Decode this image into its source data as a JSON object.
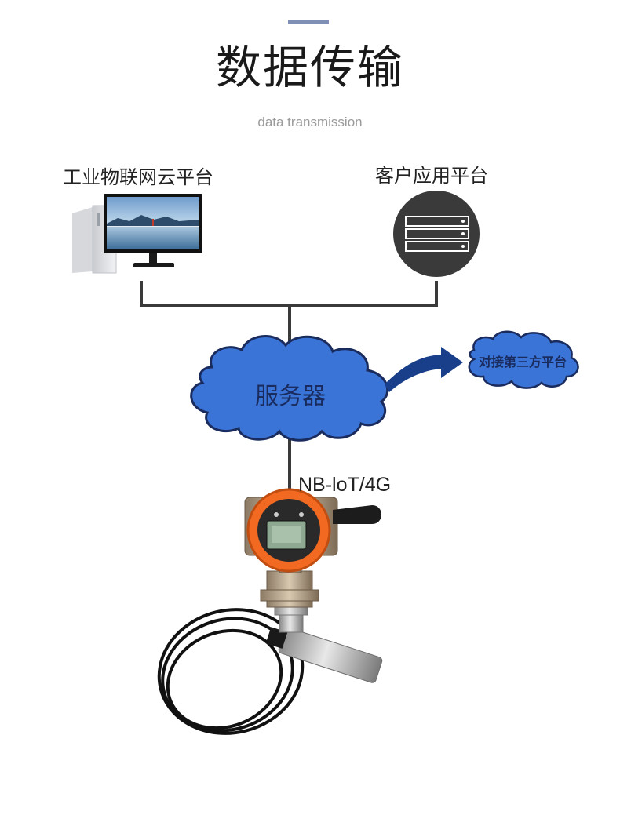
{
  "header": {
    "title": "数据传输",
    "subtitle": "data transmission"
  },
  "nodes": {
    "iot_platform": {
      "label": "工业物联网云平台",
      "icon": "desktop-computer-icon"
    },
    "client_platform": {
      "label": "客户应用平台",
      "icon": "server-rack-icon"
    },
    "server": {
      "label": "服务器",
      "icon": "cloud-icon"
    },
    "third_party": {
      "label": "对接第三方平台",
      "icon": "cloud-icon"
    },
    "device": {
      "icon": "pressure-transmitter-icon"
    }
  },
  "connection": {
    "label": "NB-loT/4G"
  },
  "colors": {
    "accent": "#7f8fb5",
    "cloud_fill": "#3a74d6",
    "cloud_stroke": "#1a2b5e",
    "server_circle": "#3a3a3a",
    "device_orange": "#f26a22",
    "line": "#3a3a3a"
  }
}
